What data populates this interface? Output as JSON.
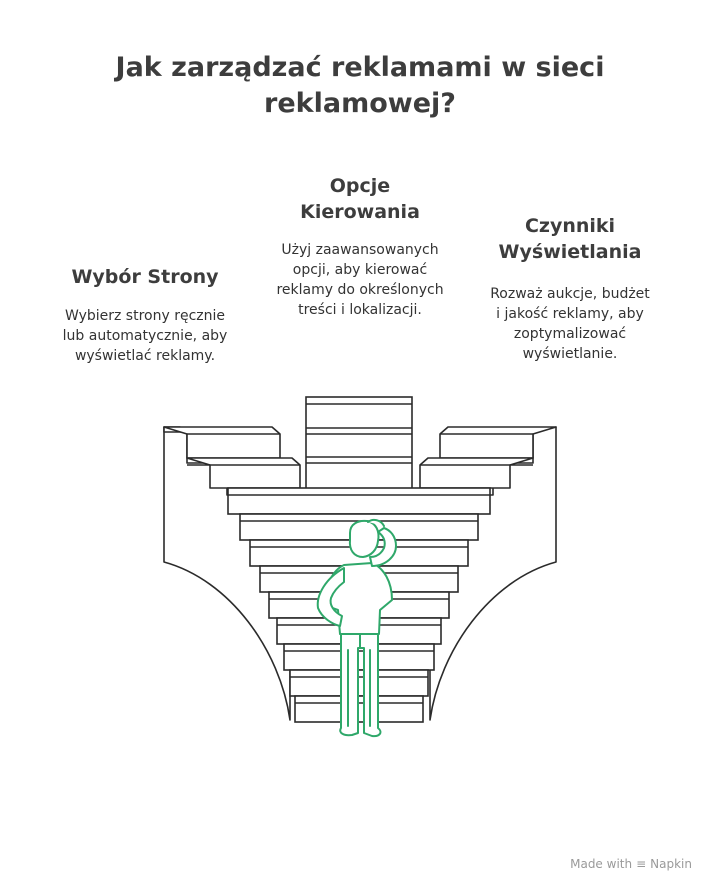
{
  "title": "Jak zarządzać reklamami w sieci reklamowej?",
  "columns": [
    {
      "heading": "Wybór Strony",
      "body": "Wybierz strony ręcznie lub automatycznie, aby wyświetlać reklamy."
    },
    {
      "heading": "Opcje Kierowania",
      "body": "Użyj zaawansowanych opcji, aby kierować reklamy do określonych treści i lokalizacji."
    },
    {
      "heading": "Czynniki Wyświetlania",
      "body": "Rozważ aukcje, budżet i jakość reklamy, aby zoptymalizować wyświetlanie."
    }
  ],
  "footer": {
    "made_with": "Made with",
    "brand": "Napkin",
    "brand_icon": "napkin-logo-icon"
  },
  "colors": {
    "text": "#3d3d3d",
    "line": "#2b2b2b",
    "figure": "#2fa86a"
  }
}
